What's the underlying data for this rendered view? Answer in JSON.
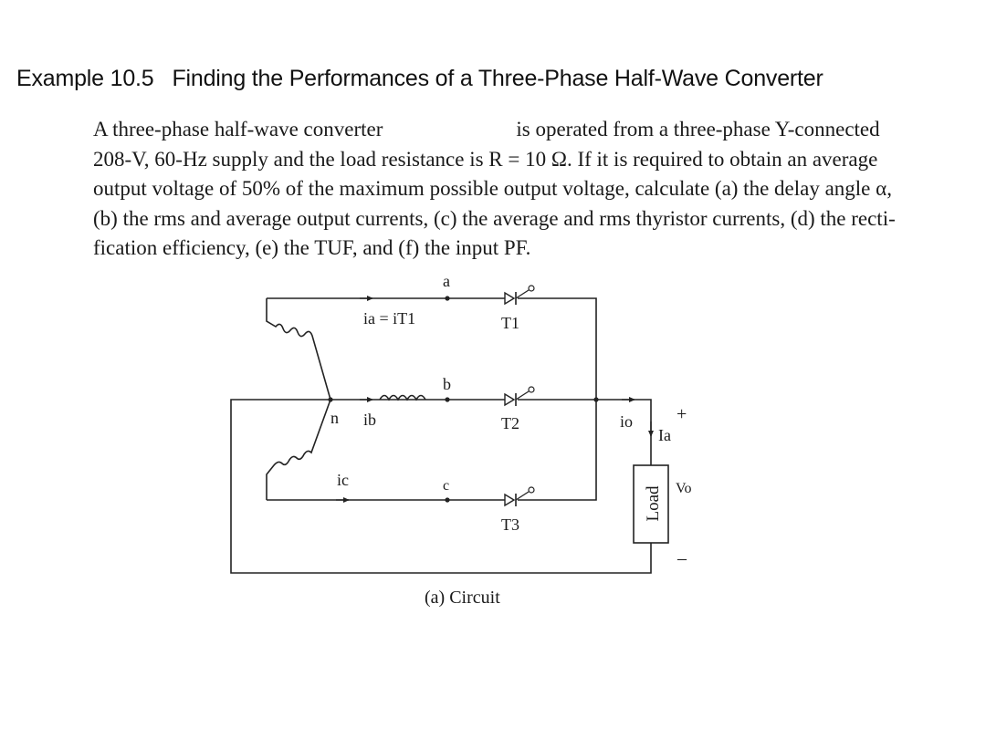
{
  "heading": {
    "label": "Example 10.5",
    "title": "Finding the Performances of a Three-Phase Half-Wave Converter"
  },
  "problem": {
    "line1_a": "A three-phase half-wave converter",
    "line1_b": "is operated from a three-phase Y-connected",
    "line2": "208-V, 60-Hz supply and the load resistance is R = 10 Ω. If it is required to obtain an average",
    "line3": "output voltage of 50% of the maximum possible output voltage, calculate (a) the delay angle α,",
    "line4": "(b) the rms and average output currents, (c) the average and rms thyristor currents, (d) the recti-",
    "line5": "fication efficiency, (e) the TUF, and (f) the input PF."
  },
  "circuit": {
    "node_a": "a",
    "node_b": "b",
    "node_c": "c",
    "node_n": "n",
    "current_a": "ia = iT1",
    "current_b": "ib",
    "current_c": "ic",
    "current_out": "io",
    "current_avg": "Ia",
    "thyristor_1": "T1",
    "thyristor_2": "T2",
    "thyristor_3": "T3",
    "load": "Load",
    "v_plus": "+",
    "v_out": "Vo",
    "v_minus": "–",
    "caption": "(a) Circuit"
  }
}
